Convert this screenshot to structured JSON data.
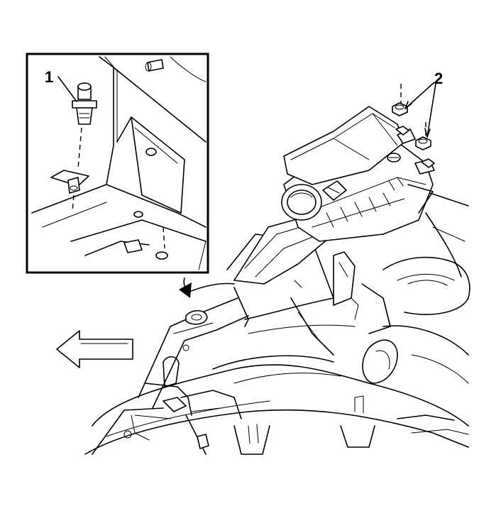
{
  "callouts": [
    {
      "id": "1",
      "label": "1"
    },
    {
      "id": "2",
      "label": "2"
    }
  ],
  "icons": {
    "direction_arrow": "forward-direction-arrow-icon",
    "detail_arrow": "detail-view-arrow-icon"
  },
  "colors": {
    "line": "#000000",
    "background": "#ffffff"
  }
}
